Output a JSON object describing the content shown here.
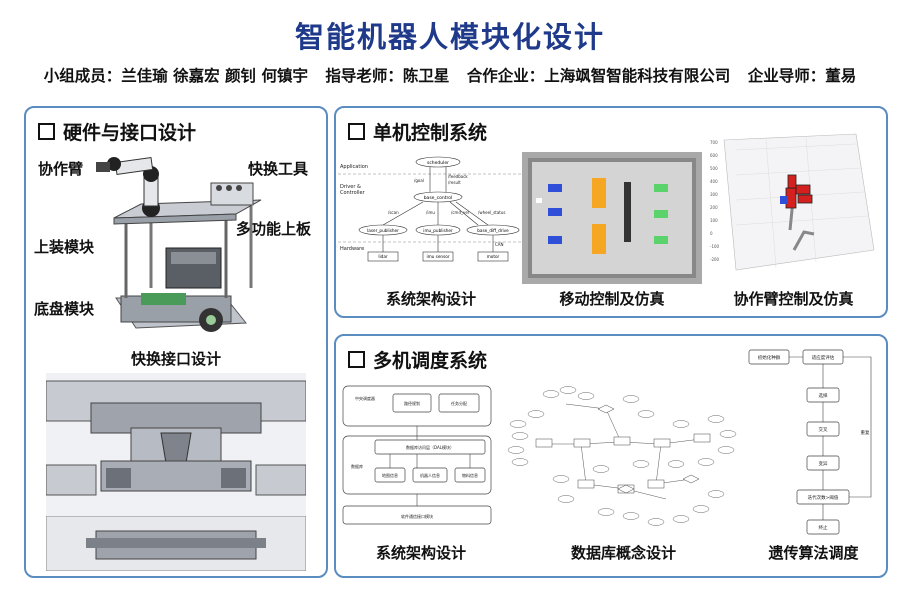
{
  "title": "智能机器人模块化设计",
  "members": [
    "小组成员：兰佳瑜 徐嘉宏 颜钊 何镇宇",
    "指导老师：陈卫星",
    "合作企业：上海飒智智能科技有限公司",
    "企业导师：董易"
  ],
  "hardware": {
    "heading": "硬件与接口设计",
    "labels": {
      "arm": "协作臂",
      "quick_tool": "快换工具",
      "top_board": "多功能上板",
      "upper_module": "上装模块",
      "chassis": "底盘模块"
    },
    "interface_caption": "快换接口设计"
  },
  "single": {
    "heading": "单机控制系统",
    "captions": [
      "系统架构设计",
      "移动控制及仿真",
      "协作臂控制及仿真"
    ],
    "arch": {
      "layers": [
        "Application",
        "Driver &",
        "Controller",
        "Hardware"
      ],
      "nodes": [
        "scheduler",
        "base_control",
        "laser_publisher",
        "imu_publisher",
        "base_diff_drive",
        "lidar",
        "imu sensor",
        "motor"
      ],
      "edge_labels": [
        "/goal",
        "/feedback",
        "/result",
        "/scan",
        "/imu",
        "/cmd_vel",
        "/wheel_status",
        "CAN"
      ]
    },
    "plot_ticks": {
      "z": [
        "700",
        "600",
        "500",
        "400",
        "300",
        "200",
        "100",
        "0",
        "-100",
        "-200"
      ]
    },
    "colors": {
      "blue": "#2f4fd8",
      "orange": "#f5a623",
      "green": "#59d36a"
    }
  },
  "multi": {
    "heading": "多机调度系统",
    "captions": [
      "系统架构设计",
      "数据库概念设计",
      "遗传算法调度"
    ],
    "arch": {
      "central": "中央调度器",
      "path": "路径规划",
      "task": "任务分配",
      "db": "数据库",
      "dal": "数据库访问层（DAL模块）",
      "map": "地图信息",
      "robot": "机器人信息",
      "material": "物料信息",
      "comm": "软件通信接口模块"
    },
    "ga": {
      "init": "初始化种群",
      "fitness": "适应度评估",
      "select": "选择",
      "cross": "交叉",
      "mutate": "变异",
      "check": "迭代次数>阈值",
      "end": "终止",
      "repeat": "重复"
    }
  }
}
